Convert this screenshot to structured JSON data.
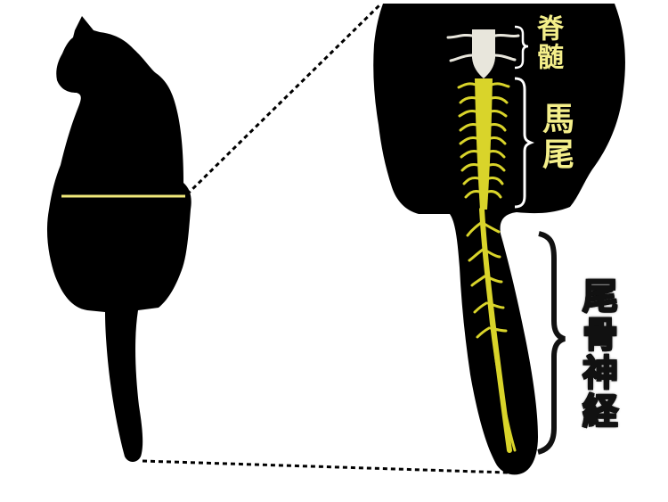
{
  "diagram": {
    "description": "Cat silhouette with enlarged view of lower spine and tail nerves",
    "labels": {
      "spinal_cord": "脊髄",
      "cauda_equina": "馬尾",
      "coccygeal_nerves": "尾骨神経"
    },
    "colors": {
      "silhouette": "#000000",
      "nerve": "#d9d42a",
      "label_text": "#f4ef8a",
      "spinal_cord": "#e8e6dc",
      "background": "#ffffff",
      "brace_dark": "#111111",
      "brace_light": "#ffffff"
    }
  }
}
